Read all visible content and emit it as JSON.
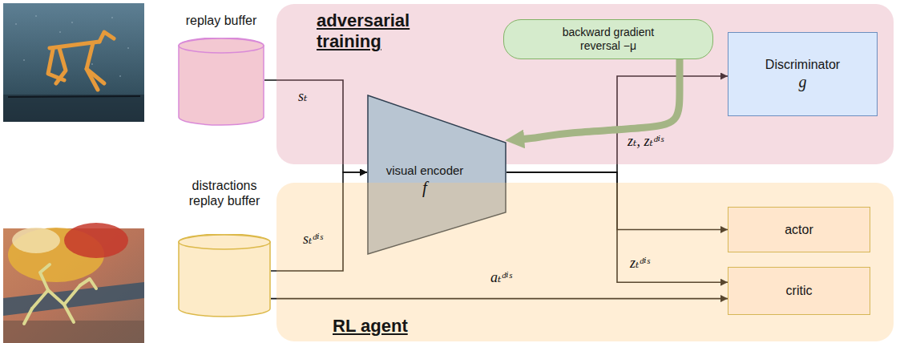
{
  "diagram": {
    "nodes": [
      {
        "text": [
          "replay buffer"
        ]
      },
      {
        "text": [
          "distractions replay buffer"
        ]
      },
      {
        "text": [
          "adversarial training"
        ]
      },
      {
        "text": [
          "backward gradient reversal −μ"
        ],
        "in": 2
      },
      {
        "text": [
          "Discriminator",
          "g"
        ],
        "in": 2
      },
      {
        "text": [
          "visual encoder",
          "f"
        ]
      },
      {
        "text": [
          "RL agent"
        ]
      },
      {
        "text": [
          "actor"
        ],
        "in": 6
      },
      {
        "text": [
          "critic"
        ],
        "in": 6
      }
    ],
    "edges": [
      {
        "from": 0,
        "to": 5,
        "arrow": "to",
        "label": "sₜ"
      },
      {
        "from": 1,
        "to": 5,
        "arrow": "to",
        "label": "sₜᵈⁱˢ"
      },
      {
        "from": 5,
        "to": 4,
        "arrow": "to",
        "label": "zₜ, zₜᵈⁱˢ"
      },
      {
        "from": 5,
        "to": 7,
        "arrow": "to"
      },
      {
        "from": 5,
        "to": 8,
        "arrow": "to",
        "label": "zₜᵈⁱˢ"
      },
      {
        "from": 1,
        "to": 8,
        "arrow": "to",
        "label": "aₜᵈⁱˢ"
      },
      {
        "from": 3,
        "to": 5,
        "arrow": "to"
      }
    ]
  }
}
